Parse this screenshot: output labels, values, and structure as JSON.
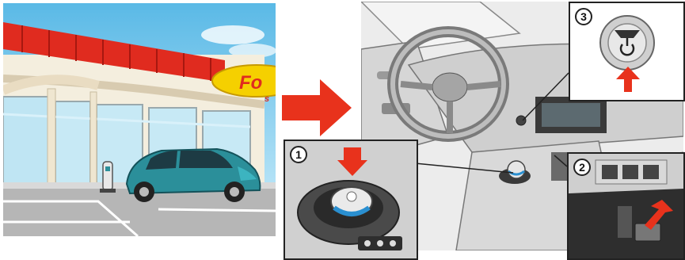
{
  "store_scene": {
    "sign_text": "Fo",
    "sign_text_small": "s"
  },
  "steps": [
    {
      "number": "1"
    },
    {
      "number": "2"
    },
    {
      "number": "3"
    }
  ],
  "colors": {
    "sky": "#8fd0ee",
    "awning_red": "#e02b1f",
    "car_teal": "#2b8f9a",
    "arrow_red": "#e8321c",
    "sign_yellow": "#f5d000",
    "floor": "#b6b6b6"
  },
  "icons": {
    "main_arrow": "red-right-arrow-icon",
    "power_button": "power-icon",
    "shift_lever": "shift-knob-icon"
  }
}
